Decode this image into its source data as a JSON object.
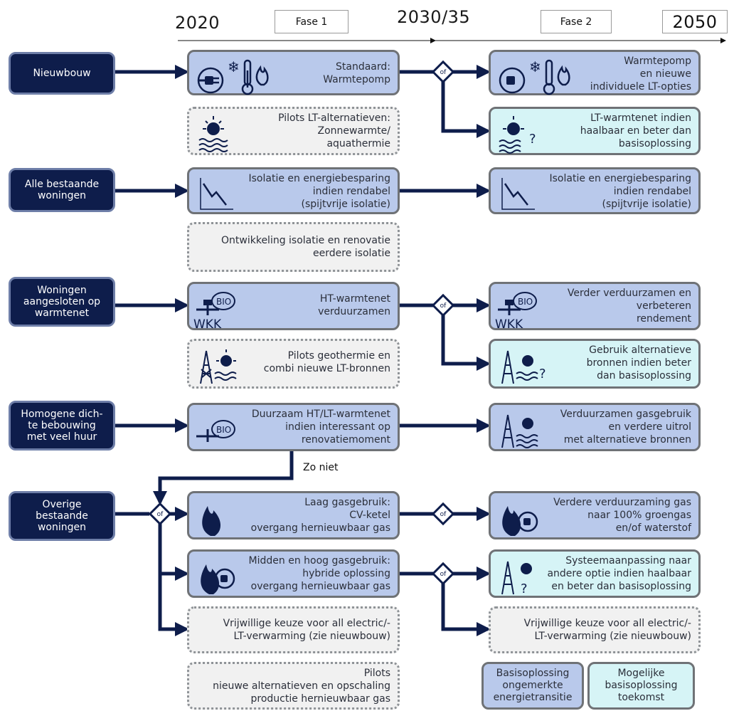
{
  "timeline": {
    "year_start": "2020",
    "year_mid": "2030/35",
    "year_end": "2050",
    "phase1": "Fase 1",
    "phase2": "Fase 2"
  },
  "categories": {
    "nieuwbouw": "Nieuwbouw",
    "bestaand": "Alle bestaande woningen",
    "warmtenet": "Woningen aangesloten op warmtenet",
    "homogeen": "Homogene dich-te bebouwing met veel huur",
    "overige": "Overige bestaande woningen"
  },
  "boxes": {
    "nb_std": "Standaard:\nWarmtepomp",
    "nb_pilot": "Pilots LT-alternatieven:\nZonnewarmte/\naquathermie",
    "nb_f2a": "Warmtepomp\nen nieuwe\nindividuele LT-opties",
    "nb_f2b": "LT-warmtenet indien\nhaalbaar en beter dan\nbasisoplossing",
    "ab_iso": "Isolatie en energiebesparing\nindien rendabel\n(spijtvrije isolatie)",
    "ab_dev": "Ontwikkeling isolatie en renovatie\neerdere isolatie",
    "ab_f2": "Isolatie en energiebesparing\nindien rendabel\n(spijtvrije isolatie)",
    "wn_ht": "HT-warmtenet\nverduurzamen",
    "wn_pilot": "Pilots geothermie en\ncombi nieuwe LT-bronnen",
    "wn_f2a": "Verder verduurzamen en\nverbeteren\nrendement",
    "wn_f2b": "Gebruik alternatieve\nbronnen indien beter\ndan basisoplossing",
    "hb_dz": "Duurzaam HT/LT-warmtenet\nindien interessant op\nrenovatiemoment",
    "hb_f2": "Verduurzamen gasgebruik\nen verdere uitrol\nmet alternatieve bronnen",
    "ov_laag": "Laag gasgebruik:\nCV-ketel\novergang hernieuwbaar gas",
    "ov_mid": "Midden en hoog gasgebruik:\nhybride oplossing\novergang hernieuwbaar gas",
    "ov_vrij": "Vrijwillige keuze voor all electric/-\nLT-verwarming (zie nieuwbouw)",
    "ov_pilot": "Pilots\nnieuwe alternatieven en opschaling\nproductie hernieuwbaar gas",
    "ov_f2a": "Verdere verduurzaming gas\nnaar 100% groengas\nen/of waterstof",
    "ov_f2b": "Systeemaanpassing naar\nandere optie indien haalbaar\nen beter dan basisoplossing",
    "ov_f2c": "Vrijwillige keuze voor all electric/-\nLT-verwarming (zie nieuwbouw)"
  },
  "labels": {
    "of": "of",
    "zo_niet": "Zo niet",
    "wkk": "WKK",
    "bio": "BIO"
  },
  "legend": {
    "basis": "Basisoplossing\nongemerkte\nenergietransitie",
    "toekomst": "Mogelijke\nbasisoplossing\ntoekomst"
  },
  "colors": {
    "category_bg": "#0e1d4b",
    "arrow": "#0e1d4b",
    "basis_bg": "#b9c9eb",
    "future_bg": "#d6f4f6",
    "pilot_bg": "#f1f1f1"
  },
  "icons": [
    "plug-icon",
    "snowflake-icon",
    "thermometer-icon",
    "flame-icon",
    "sun-icon",
    "waves-icon",
    "chart-decline-icon",
    "bio-plant-icon",
    "pylon-icon",
    "question-icon"
  ]
}
